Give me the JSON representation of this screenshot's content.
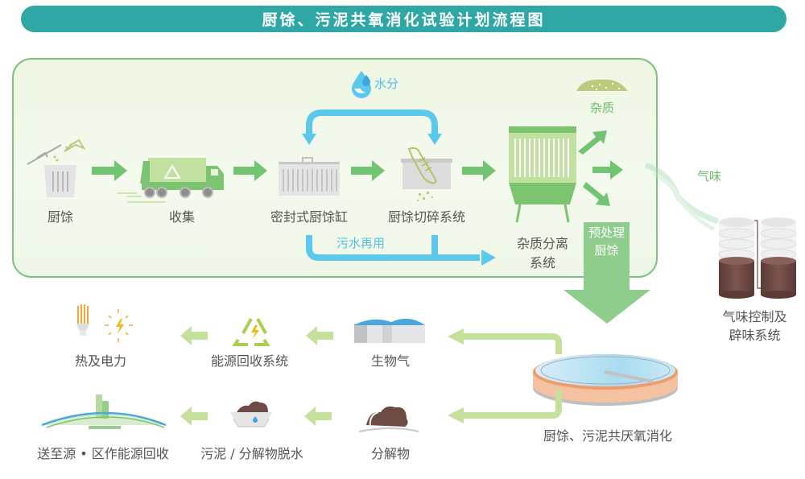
{
  "title": "厨馀、污泥共氧消化试验计划流程图",
  "colors": {
    "title_bar": "#2fa7a4",
    "green_arrow": "#72c472",
    "light_green_arrow": "#c5e09a",
    "blue_flow": "#5bc8ec",
    "panel_border": "#7cc27e",
    "sludge_brown": "#6e4a45"
  },
  "pretreatment": {
    "steps": [
      {
        "label": "厨馀",
        "icon": "trash-bin-icon"
      },
      {
        "label": "收集",
        "icon": "garbage-truck-icon"
      },
      {
        "label": "密封式厨馀缸",
        "icon": "sealed-container-icon"
      },
      {
        "label": "厨馀切碎系统",
        "icon": "shredder-icon"
      },
      {
        "label_line1": "杂质分离",
        "label_line2": "系统",
        "icon": "separator-icon"
      }
    ],
    "water_label": "水分",
    "wastewater_label": "污水再用",
    "impurity_label": "杂质",
    "odor_label": "气味",
    "pretreated_line1": "预处理",
    "pretreated_line2": "厨馀"
  },
  "odor_control": {
    "line1": "气味控制及",
    "line2": "辟味系统"
  },
  "digestion": {
    "label": "厨馀、污泥共厌氧消化"
  },
  "energy_row": [
    {
      "label": "生物气",
      "icon": "biogas-tank-icon"
    },
    {
      "label": "能源回收系统",
      "icon": "energy-recycle-icon"
    },
    {
      "label": "热及电力",
      "icon": "bulb-power-icon"
    }
  ],
  "sludge_row": [
    {
      "label": "分解物",
      "icon": "digestate-icon"
    },
    {
      "label": "污泥 / 分解物脱水",
      "icon": "dewatering-icon"
    },
    {
      "label": "送至源 • 区作能源回收",
      "icon": "landfill-icon"
    }
  ]
}
